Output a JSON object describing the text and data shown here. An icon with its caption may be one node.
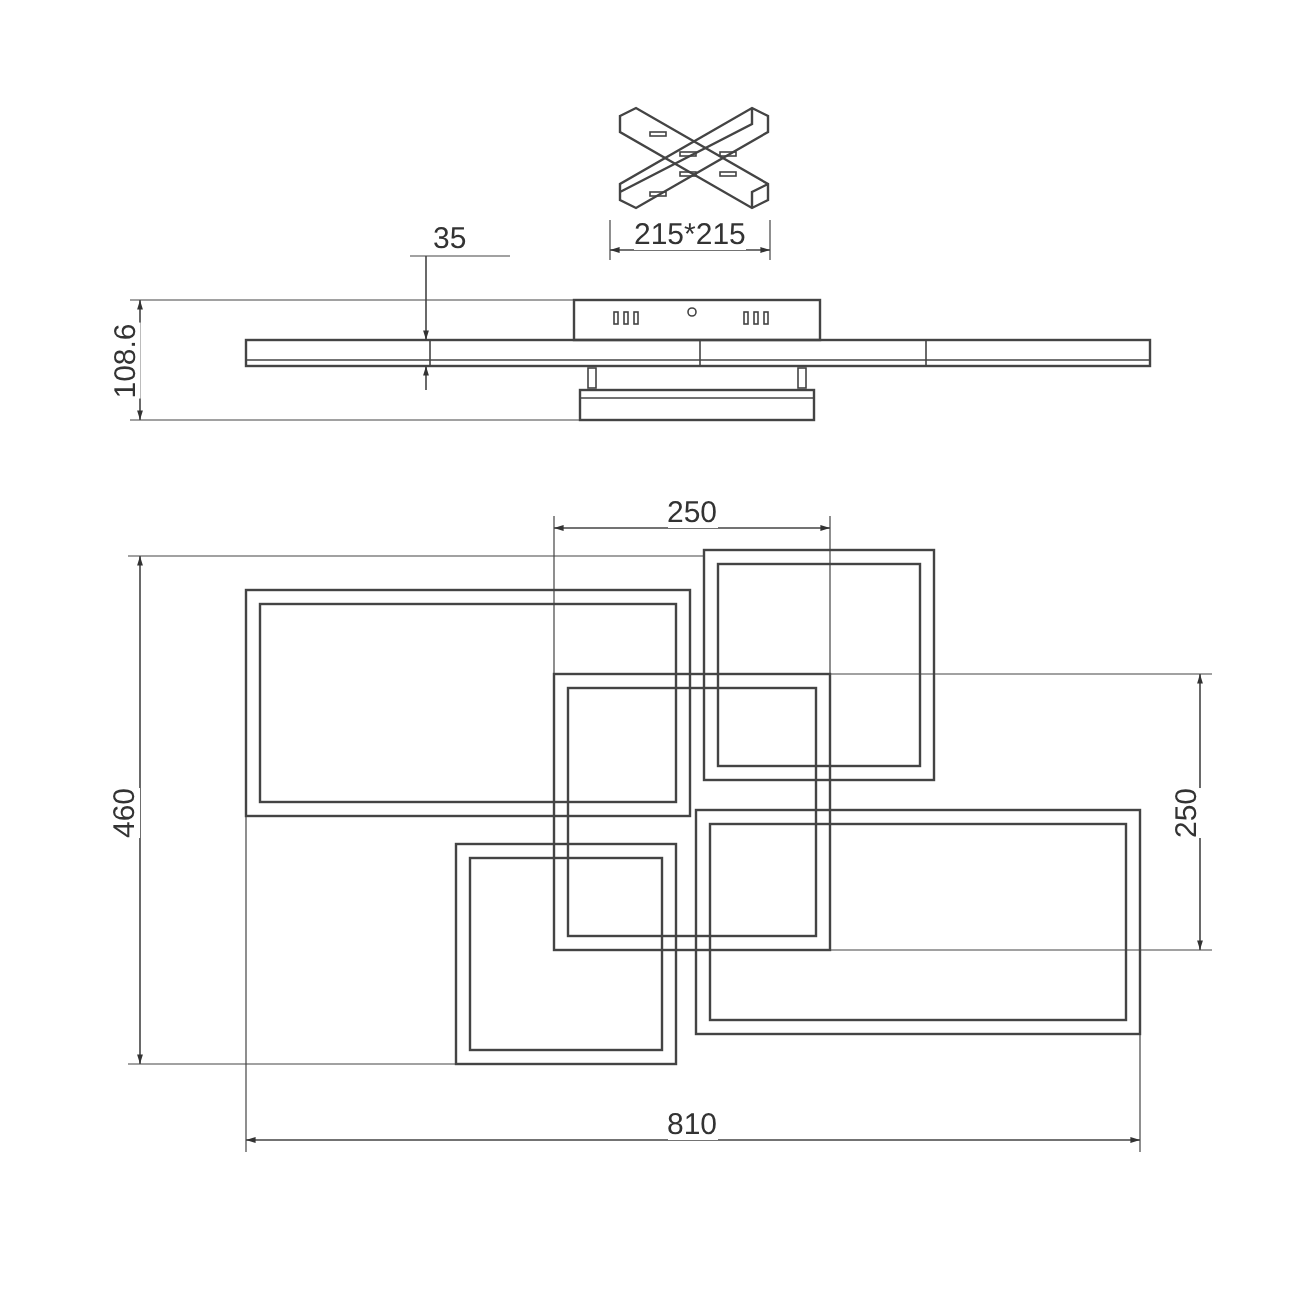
{
  "diagram": {
    "labels": [
      "215*215",
      "35",
      "108.6",
      "250",
      "250",
      "460",
      "810"
    ]
  }
}
